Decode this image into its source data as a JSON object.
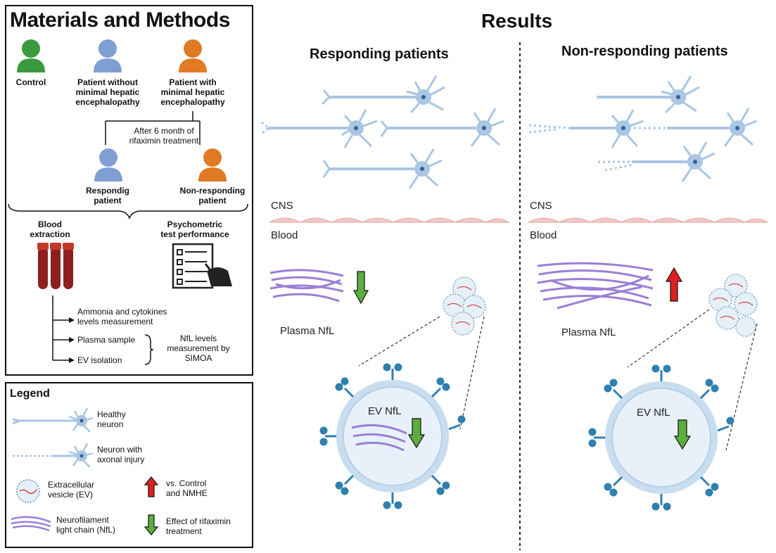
{
  "methods": {
    "title": "Materials and Methods",
    "control": "Control",
    "patient_without_1": "Patient without",
    "patient_without_2": "minimal hepatic",
    "patient_without_3": "encephalopathy",
    "patient_with_1": "Patient with",
    "patient_with_2": "minimal hepatic",
    "patient_with_3": "encephalopathy",
    "after_1": "After 6 month of",
    "after_2": "rifaximin treatment",
    "responding_1": "Respondig",
    "responding_2": "patient",
    "nonresponding_1": "Non-responding",
    "nonresponding_2": "patient",
    "blood_1": "Blood",
    "blood_2": "extraction",
    "psych_1": "Psychometric",
    "psych_2": "test performance",
    "ammonia_1": "Ammonia and cytokines",
    "ammonia_2": "levels measurement",
    "plasma_sample": "Plasma sample",
    "ev_isolation": "EV isolation",
    "nfl_1": "NfL levels",
    "nfl_2": "measurement by",
    "nfl_3": "SIMOA"
  },
  "legend": {
    "title": "Legend",
    "healthy_1": "Healthy",
    "healthy_2": "neuron",
    "injury_1": "Neuron with",
    "injury_2": "axonal injury",
    "ev_1": "Extracellular",
    "ev_2": "vesicle (EV)",
    "nfl_1": "Neurofilament",
    "nfl_2": "light chain (NfL)",
    "up_1": "vs. Control",
    "up_2": "and NMHE",
    "down_1": "Effect of rifaximin",
    "down_2": "treatment"
  },
  "results": {
    "title": "Results",
    "responding": "Responding patients",
    "nonresponding": "Non-responding patients",
    "cns": "CNS",
    "blood": "Blood",
    "plasma_nfl": "Plasma NfL",
    "ev_nfl": "EV NfL"
  },
  "colors": {
    "control": "#3a9a3e",
    "patient_blue": "#7f9fd4",
    "patient_orange": "#e07a25",
    "neuron": "#a9c6e3",
    "nfl": "#9b7fd6",
    "arrow_green": "#5cae3e",
    "arrow_red": "#e02020",
    "vesicle": "#cfe3f3",
    "endothelium": "#f4c9c6"
  }
}
